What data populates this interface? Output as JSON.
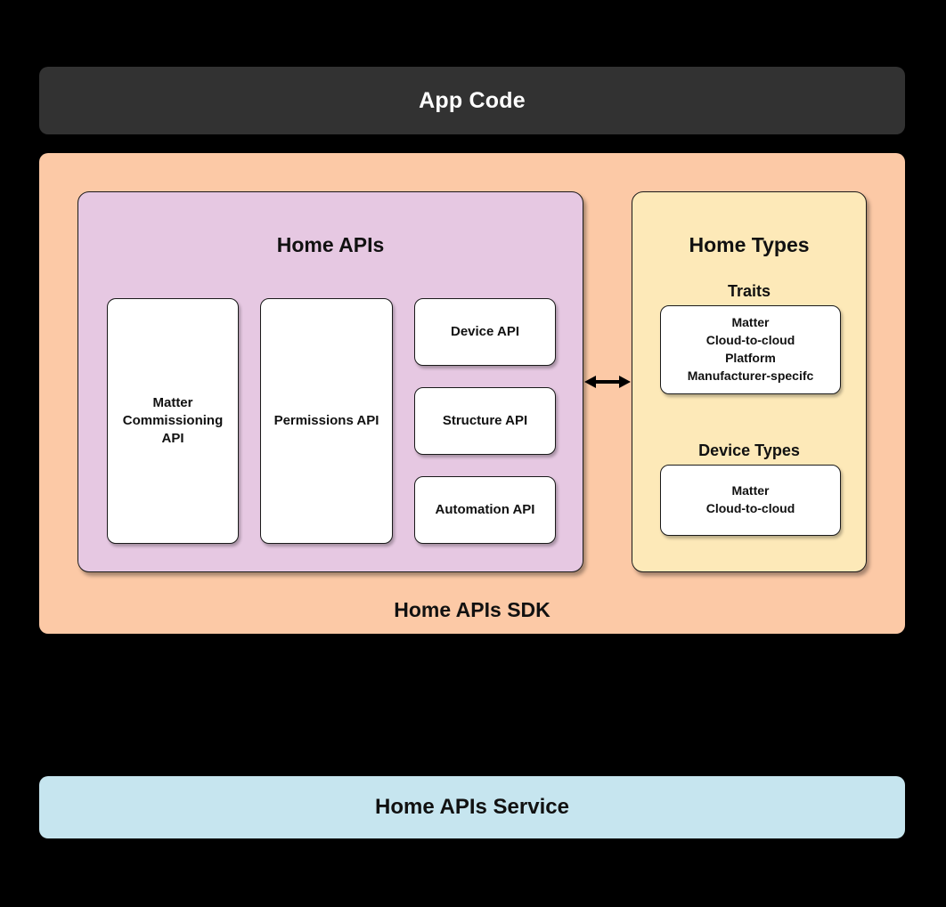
{
  "diagram": {
    "title": "Home APIs SDK architecture",
    "background_color": "#000000",
    "app_code": {
      "label": "App Code",
      "color": "#323232",
      "text_color": "#FFFFFF"
    },
    "sdk": {
      "label": "Home APIs SDK",
      "color": "#FCC9A6"
    },
    "home_apis_panel": {
      "title": "Home APIs",
      "color": "#E6C8E2",
      "boxes": [
        {
          "name": "matter-commissioning-api",
          "lines": [
            "Matter",
            "Commissioning",
            "API"
          ]
        },
        {
          "name": "permissions-api",
          "lines": [
            "Permissions API"
          ]
        },
        {
          "name": "device-api",
          "lines": [
            "Device API"
          ]
        },
        {
          "name": "structure-api",
          "lines": [
            "Structure API"
          ]
        },
        {
          "name": "automation-api",
          "lines": [
            "Automation API"
          ]
        }
      ]
    },
    "home_types_panel": {
      "title": "Home Types",
      "color": "#FDE9B8",
      "sections": [
        {
          "heading": "Traits",
          "lines": [
            "Matter",
            "Cloud-to-cloud",
            "Platform",
            "Manufacturer-specifc"
          ]
        },
        {
          "heading": "Device Types",
          "lines": [
            "Matter",
            "Cloud-to-cloud"
          ]
        }
      ]
    },
    "connector": {
      "name": "bidirectional-arrow",
      "direction": "both"
    },
    "service": {
      "label": "Home APIs Service",
      "color": "#C6E5EF"
    }
  }
}
